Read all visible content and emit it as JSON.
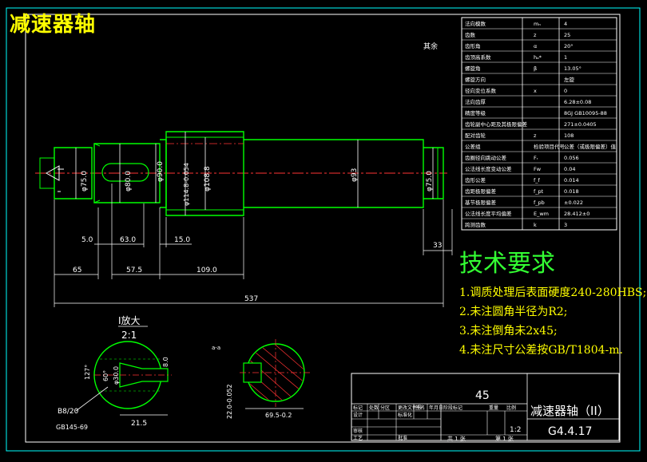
{
  "drawing_title": "减速器轴",
  "corner_note": "其余",
  "param_table": {
    "rows": [
      {
        "name": "法向模数",
        "sym": "mₙ",
        "val": "4"
      },
      {
        "name": "齿数",
        "sym": "z",
        "val": "25"
      },
      {
        "name": "齿形角",
        "sym": "α",
        "val": "20°"
      },
      {
        "name": "齿顶高系数",
        "sym": "hₐ*",
        "val": "1"
      },
      {
        "name": "螺旋角",
        "sym": "β",
        "val": "13.05°"
      },
      {
        "name": "螺旋方向",
        "sym": "",
        "val": "左旋"
      },
      {
        "name": "径向变位系数",
        "sym": "x",
        "val": "0"
      },
      {
        "name": "法向齿厚",
        "sym": "",
        "val": "6.28±0.08"
      },
      {
        "name": "精度等级",
        "sym": "",
        "val": "8GJ GB10095-88"
      },
      {
        "name": "齿轮副中心距及其极限偏差",
        "sym": "",
        "val": "271±0.0405"
      },
      {
        "name": "配对齿轮",
        "sym": "z",
        "val": "108"
      },
      {
        "name": "公差组",
        "sym": "检验项目代号",
        "val": "公差（或极限偏差）值"
      },
      {
        "name": "齿圈径向跳动公差",
        "sym": "Fᵣ",
        "val": "0.056"
      },
      {
        "name": "公法线长度变动公差",
        "sym": "Fw",
        "val": "0.04"
      },
      {
        "name": "齿形公差",
        "sym": "f_f",
        "val": "0.014"
      },
      {
        "name": "齿距极限偏差",
        "sym": "f_pt",
        "val": "0.018"
      },
      {
        "name": "基节极限偏差",
        "sym": "f_pb",
        "val": "±0.022"
      },
      {
        "name": "公法线长度平均偏差",
        "sym": "E_wm",
        "val": "28.412±0"
      },
      {
        "name": "跨测齿数",
        "sym": "k",
        "val": "3"
      }
    ]
  },
  "dimensions": {
    "d1": "φ75.0",
    "d2": "φ80.0",
    "d3": "φ90.0",
    "d4": "φ114.8-0.054",
    "d5": "φ108.8",
    "d6": "φ93",
    "d7": "φ75.0",
    "l_5": "5.0",
    "l_63": "63.0",
    "l_15": "15.0",
    "l_33": "33",
    "l_65": "65",
    "l_575": "57.5",
    "l_109": "109.0",
    "l_total": "537"
  },
  "detail": {
    "label": "I放大",
    "scale": "2:1",
    "angle_127": "127°",
    "angle_60": "60°",
    "dia": "φ30.0",
    "len": "21.5",
    "depth": "8.0",
    "spec1": "B8/20",
    "spec2": "GB145-69"
  },
  "section": {
    "label": "a-a",
    "dim_w": "22.0-0.052",
    "dim_d": "69.5-0.2"
  },
  "requirements": {
    "title": "技术要求",
    "items": [
      "1.调质处理后表面硬度240-280HBS;",
      "2.未注圆角半径为R2;",
      "3.未注倒角未2x45;",
      "4.未注尺寸公差按GB/T1804-m."
    ]
  },
  "title_block": {
    "quantity": "45",
    "name": "减速器轴（II）",
    "code": "G4.4.17",
    "scale": "1:2",
    "sheet_total": "共 1 张",
    "sheet_no": "第 1 张",
    "labels": [
      "标记",
      "处数",
      "分区",
      "更改文件号",
      "签名",
      "年月日",
      "设计",
      "标准化",
      "阶段标记",
      "重量",
      "比例",
      "审核",
      "工艺",
      "批准"
    ]
  },
  "colors": {
    "frame": "#00ffff",
    "outline": "#00ff00",
    "centerline": "#ff3333",
    "dimension": "#ffffff",
    "text_yellow": "#ffff00"
  }
}
